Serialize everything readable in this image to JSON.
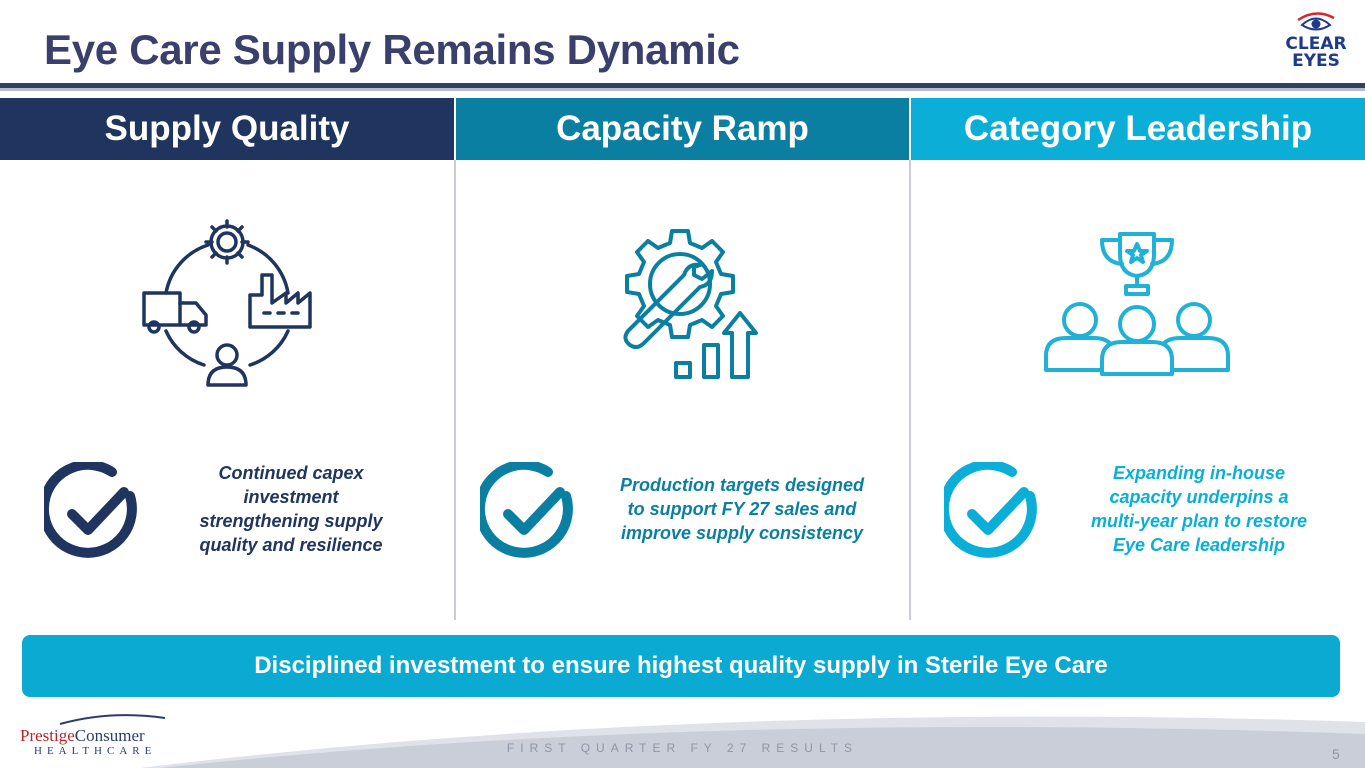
{
  "header": {
    "title": "Eye Care Supply Remains Dynamic",
    "brand_logo": {
      "line1": "CLEAR",
      "line2": "EYES"
    }
  },
  "columns": [
    {
      "heading": "Supply Quality",
      "icon": "supply-chain-cycle-icon",
      "text": [
        "Continued capex",
        "investment",
        "strengthening supply",
        "quality and resilience"
      ],
      "color": "#1f3560"
    },
    {
      "heading": "Capacity Ramp",
      "icon": "gear-wrench-growth-icon",
      "text": [
        "Production targets designed",
        "to support FY 27 sales and",
        "improve supply consistency"
      ],
      "color": "#0b7fa2"
    },
    {
      "heading": "Category Leadership",
      "icon": "trophy-team-icon",
      "text": [
        "Expanding in-house",
        "capacity underpins a",
        "multi-year plan to restore",
        "Eye Care leadership"
      ],
      "color": "#0aaed6"
    }
  ],
  "banner": {
    "text": "Disciplined investment to ensure highest quality supply in Sterile Eye Care"
  },
  "footer": {
    "company_top_a": "Prestige",
    "company_top_b": "Consumer",
    "company_bottom": "HEALTHCARE",
    "label": "FIRST QUARTER FY 27 RESULTS",
    "page_number": "5"
  }
}
